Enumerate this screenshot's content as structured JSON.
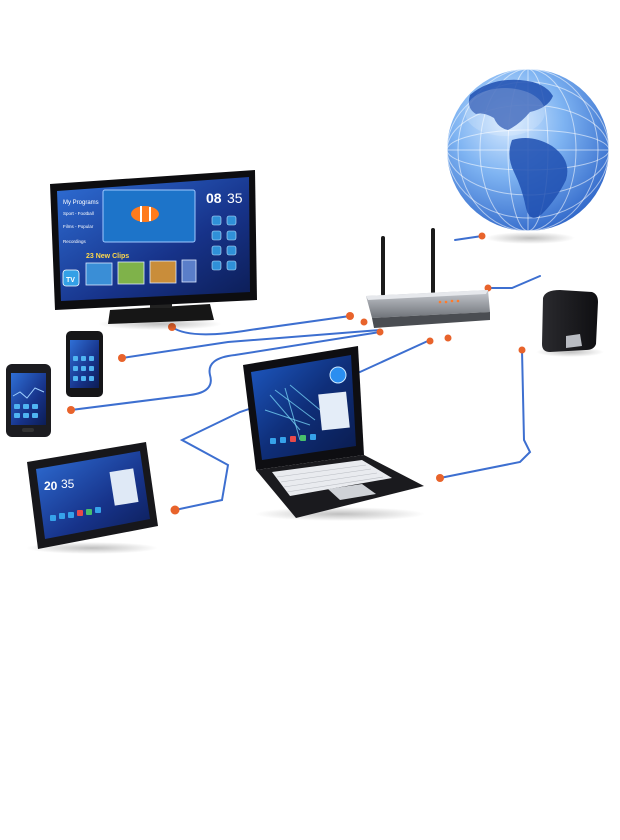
{
  "tv_screen": {
    "clock_hours": "08",
    "clock_minutes": "35",
    "banner": "23 New Clips",
    "menu_title": "My Programs",
    "menu_items": [
      "Sport - Football",
      "Films - Popular",
      "Recordings"
    ],
    "tv_badge": "TV"
  },
  "tablet_screen": {
    "clock_hours": "20",
    "clock_minutes": "35"
  },
  "colors": {
    "cable": "#3d6fd0",
    "connector": "#e8632b",
    "screen_blue": "#1c3f94",
    "globe": "#2f6fd6",
    "device_body": "#1b1b1f"
  },
  "icons": [
    "globe-icon",
    "router-icon",
    "tv-icon",
    "laptop-icon",
    "tablet-icon",
    "smartphone-icon",
    "storage-drive-icon"
  ]
}
